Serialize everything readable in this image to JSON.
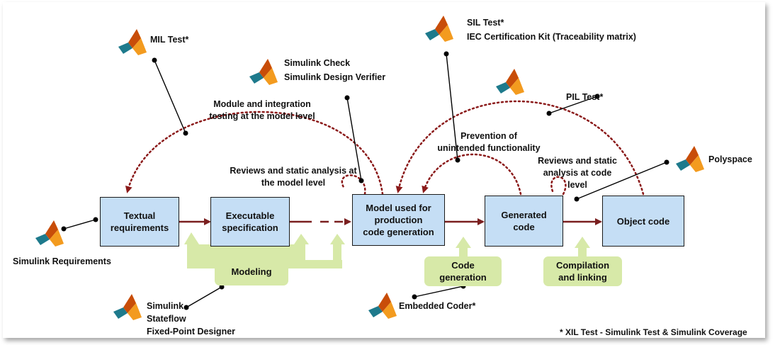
{
  "boxes": {
    "textual": "Textual\nrequirements",
    "executable": "Executable\nspecification",
    "model": "Model used for\nproduction\ncode generation",
    "generated": "Generated\ncode",
    "object": "Object code"
  },
  "stages": {
    "modeling": "Modeling",
    "code_generation": "Code\ngeneration",
    "compilation": "Compilation\nand linking"
  },
  "tools": {
    "mil_test": "MIL Test*",
    "simulink_check": "Simulink Check",
    "simulink_design_verifier": "Simulink Design Verifier",
    "sil_test": "SIL Test*",
    "iec_kit": "IEC Certification Kit (Traceability matrix)",
    "pil_test": "PIL Test*",
    "polyspace": "Polyspace",
    "simulink_requirements": "Simulink Requirements",
    "simulink": "Simulink",
    "stateflow": "Stateflow",
    "fixed_point_designer": "Fixed-Point Designer",
    "embedded_coder": "Embedded Coder*"
  },
  "annotations": {
    "module_integration": "Module and integration\ntesting at the model level",
    "reviews_model": "Reviews and static analysis at\nthe model level",
    "prevention": "Prevention of\nunintended functionality",
    "reviews_code": "Reviews and static\nanalysis at code\nlevel"
  },
  "footnote": "* XIL Test  - Simulink Test & Simulink Coverage",
  "colors": {
    "box_fill": "#c5def5",
    "stage_fill": "#d7e9a8",
    "flow_arrow": "#7a1f1f",
    "dotted_arc": "#8b1a1a",
    "matlab_orange": "#e8740c"
  }
}
